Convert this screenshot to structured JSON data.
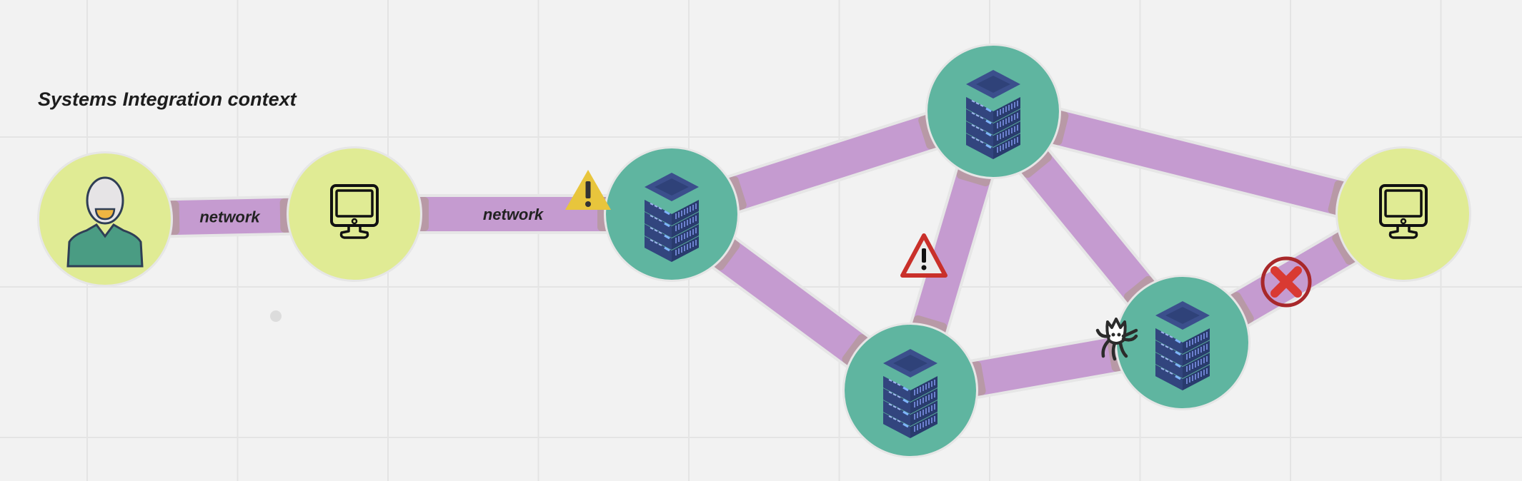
{
  "diagram": {
    "title": "Systems Integration context",
    "colors": {
      "background": "#f2f2f2",
      "grid": "#e4e4e4",
      "edge": "#c59bd0",
      "edge_outline": "#e6e6e6",
      "client_node": "#e0eb94",
      "server_node": "#5fb5a0",
      "server_icon": "#2f4279",
      "warning_yellow": "#e8c53c",
      "alert_red": "#d93a32"
    },
    "nodes": [
      {
        "id": "user",
        "type": "person",
        "icon": "person-icon"
      },
      {
        "id": "workstation",
        "type": "client",
        "icon": "monitor-icon"
      },
      {
        "id": "server-a",
        "type": "server",
        "icon": "server-stack-icon"
      },
      {
        "id": "server-b",
        "type": "server",
        "icon": "server-stack-icon"
      },
      {
        "id": "server-c",
        "type": "server",
        "icon": "server-stack-icon"
      },
      {
        "id": "server-d",
        "type": "server",
        "icon": "server-stack-icon"
      },
      {
        "id": "remote-workstation",
        "type": "client",
        "icon": "monitor-icon"
      }
    ],
    "edges": [
      {
        "from": "user",
        "to": "workstation",
        "label": "network"
      },
      {
        "from": "workstation",
        "to": "server-a",
        "label": "network",
        "marker": "warning-icon"
      },
      {
        "from": "server-a",
        "to": "server-b"
      },
      {
        "from": "server-a",
        "to": "server-c"
      },
      {
        "from": "server-b",
        "to": "server-c",
        "marker": "alert-triangle-icon"
      },
      {
        "from": "server-b",
        "to": "server-d"
      },
      {
        "from": "server-b",
        "to": "remote-workstation"
      },
      {
        "from": "server-c",
        "to": "server-d",
        "marker": "bug-icon"
      },
      {
        "from": "server-d",
        "to": "remote-workstation",
        "marker": "error-x-icon"
      }
    ]
  }
}
